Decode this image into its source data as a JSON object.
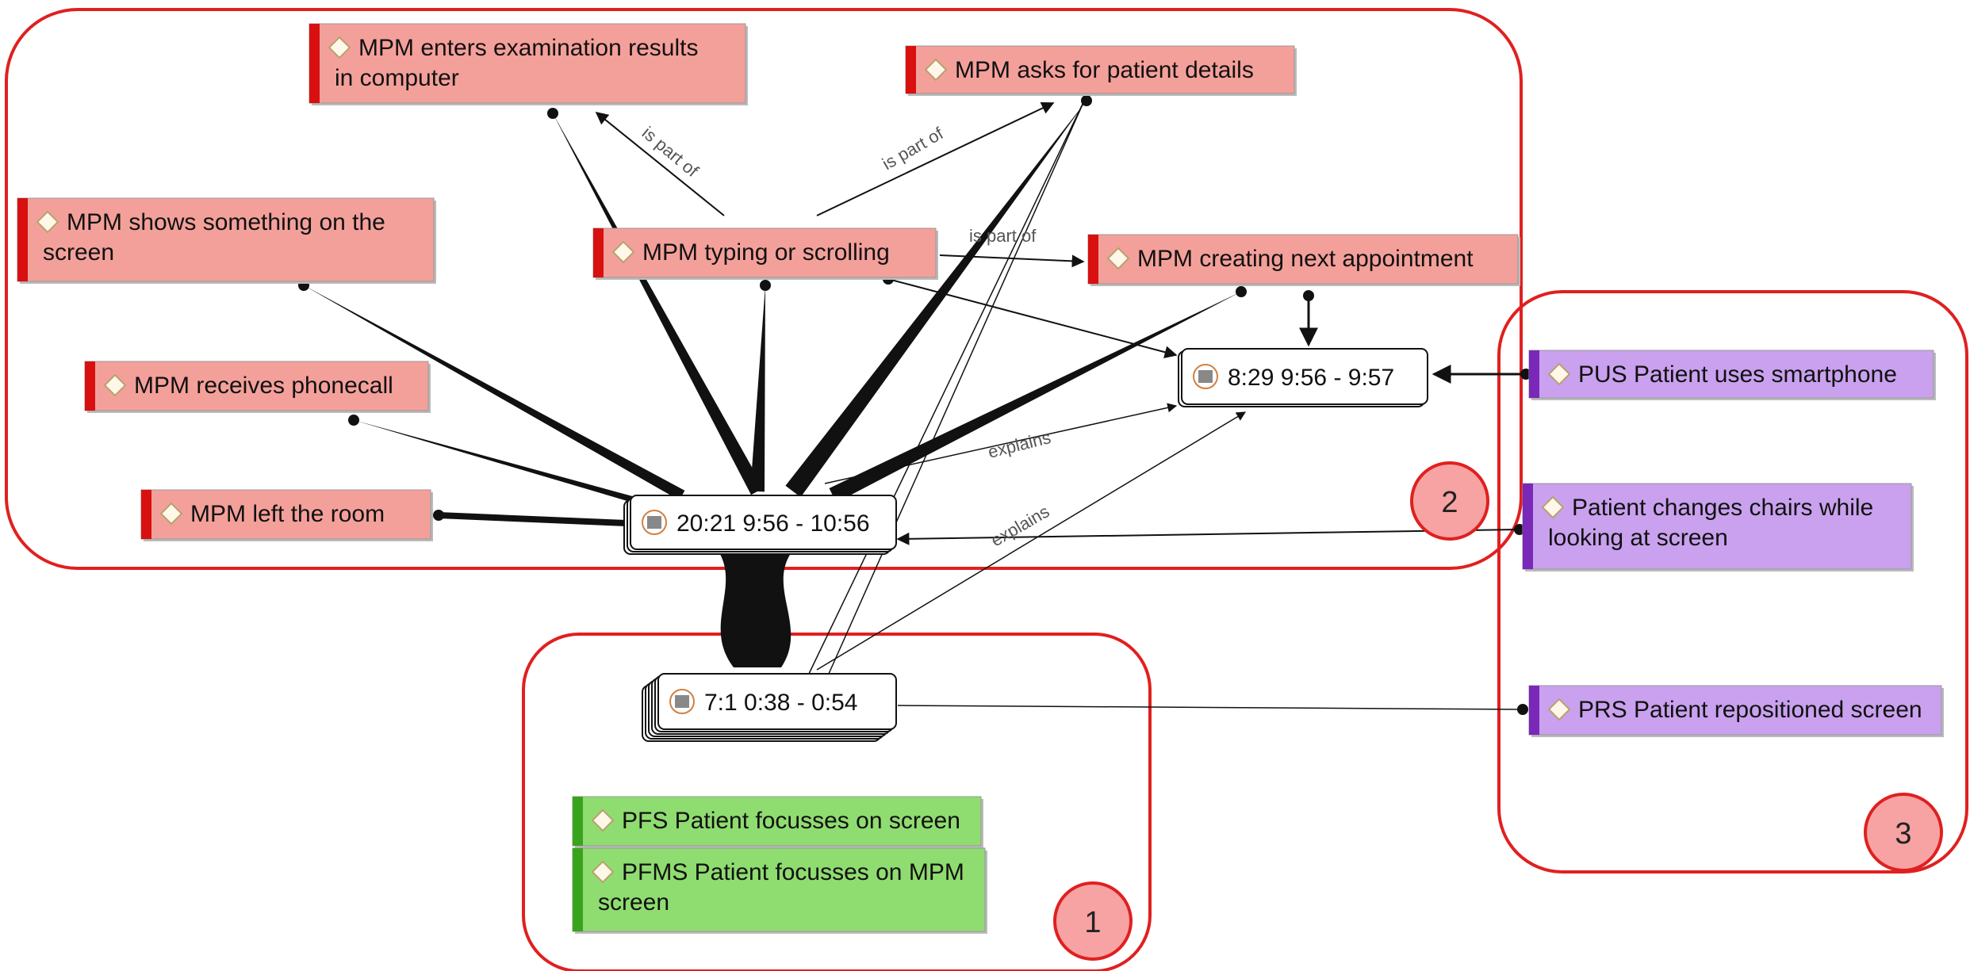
{
  "colors": {
    "zone_border": "#e02020",
    "red_code_fill": "#f4a09a",
    "red_code_bar": "#d81010",
    "purple_code_fill": "#c9a1ee",
    "purple_code_bar": "#7a28b8",
    "green_code_fill": "#8fdc70",
    "green_code_bar": "#3aa31c",
    "zone_badge_fill": "#f7a3a3",
    "edge": "#111111",
    "edge_label": "#555555"
  },
  "codes": {
    "enters_results": {
      "lines": [
        "MPM enters examination results",
        "in computer"
      ],
      "icon": "diamond-icon"
    },
    "asks_details": {
      "lines": [
        "MPM asks for patient details"
      ],
      "icon": "diamond-icon"
    },
    "shows_screen": {
      "lines": [
        "MPM shows something on the",
        "screen"
      ],
      "icon": "diamond-icon"
    },
    "typing": {
      "lines": [
        "MPM typing or scrolling"
      ],
      "icon": "diamond-icon"
    },
    "next_appointment": {
      "lines": [
        "MPM creating next appointment"
      ],
      "icon": "diamond-icon"
    },
    "phonecall": {
      "lines": [
        "MPM receives phonecall"
      ],
      "icon": "diamond-icon"
    },
    "left_room": {
      "lines": [
        "MPM left the room"
      ],
      "icon": "diamond-icon"
    },
    "pus": {
      "lines": [
        "PUS Patient uses smartphone"
      ],
      "icon": "diamond-icon"
    },
    "changes_chairs": {
      "lines": [
        "Patient changes chairs while",
        "looking at screen"
      ],
      "icon": "diamond-icon"
    },
    "prs": {
      "lines": [
        "PRS Patient repositioned screen"
      ],
      "icon": "diamond-icon"
    },
    "pfs": {
      "lines": [
        "PFS Patient focusses on screen"
      ],
      "icon": "diamond-icon"
    },
    "pfms": {
      "lines": [
        "PFMS Patient focusses on MPM",
        "screen"
      ],
      "icon": "diamond-icon"
    }
  },
  "quotes": {
    "q1": {
      "label": "20:21 9:56 - 10:56",
      "icon": "document-icon"
    },
    "q2": {
      "label": "8:29 9:56 - 9:57",
      "icon": "document-icon"
    },
    "q3": {
      "label": "7:1 0:38 - 0:54",
      "icon": "document-icon"
    }
  },
  "relations": {
    "is_part_of_1": "is part of",
    "is_part_of_2": "is part of",
    "is_part_of_3": "is part of",
    "explains_1": "explains",
    "explains_2": "explains"
  },
  "zones": {
    "z1": "1",
    "z2": "2",
    "z3": "3"
  }
}
